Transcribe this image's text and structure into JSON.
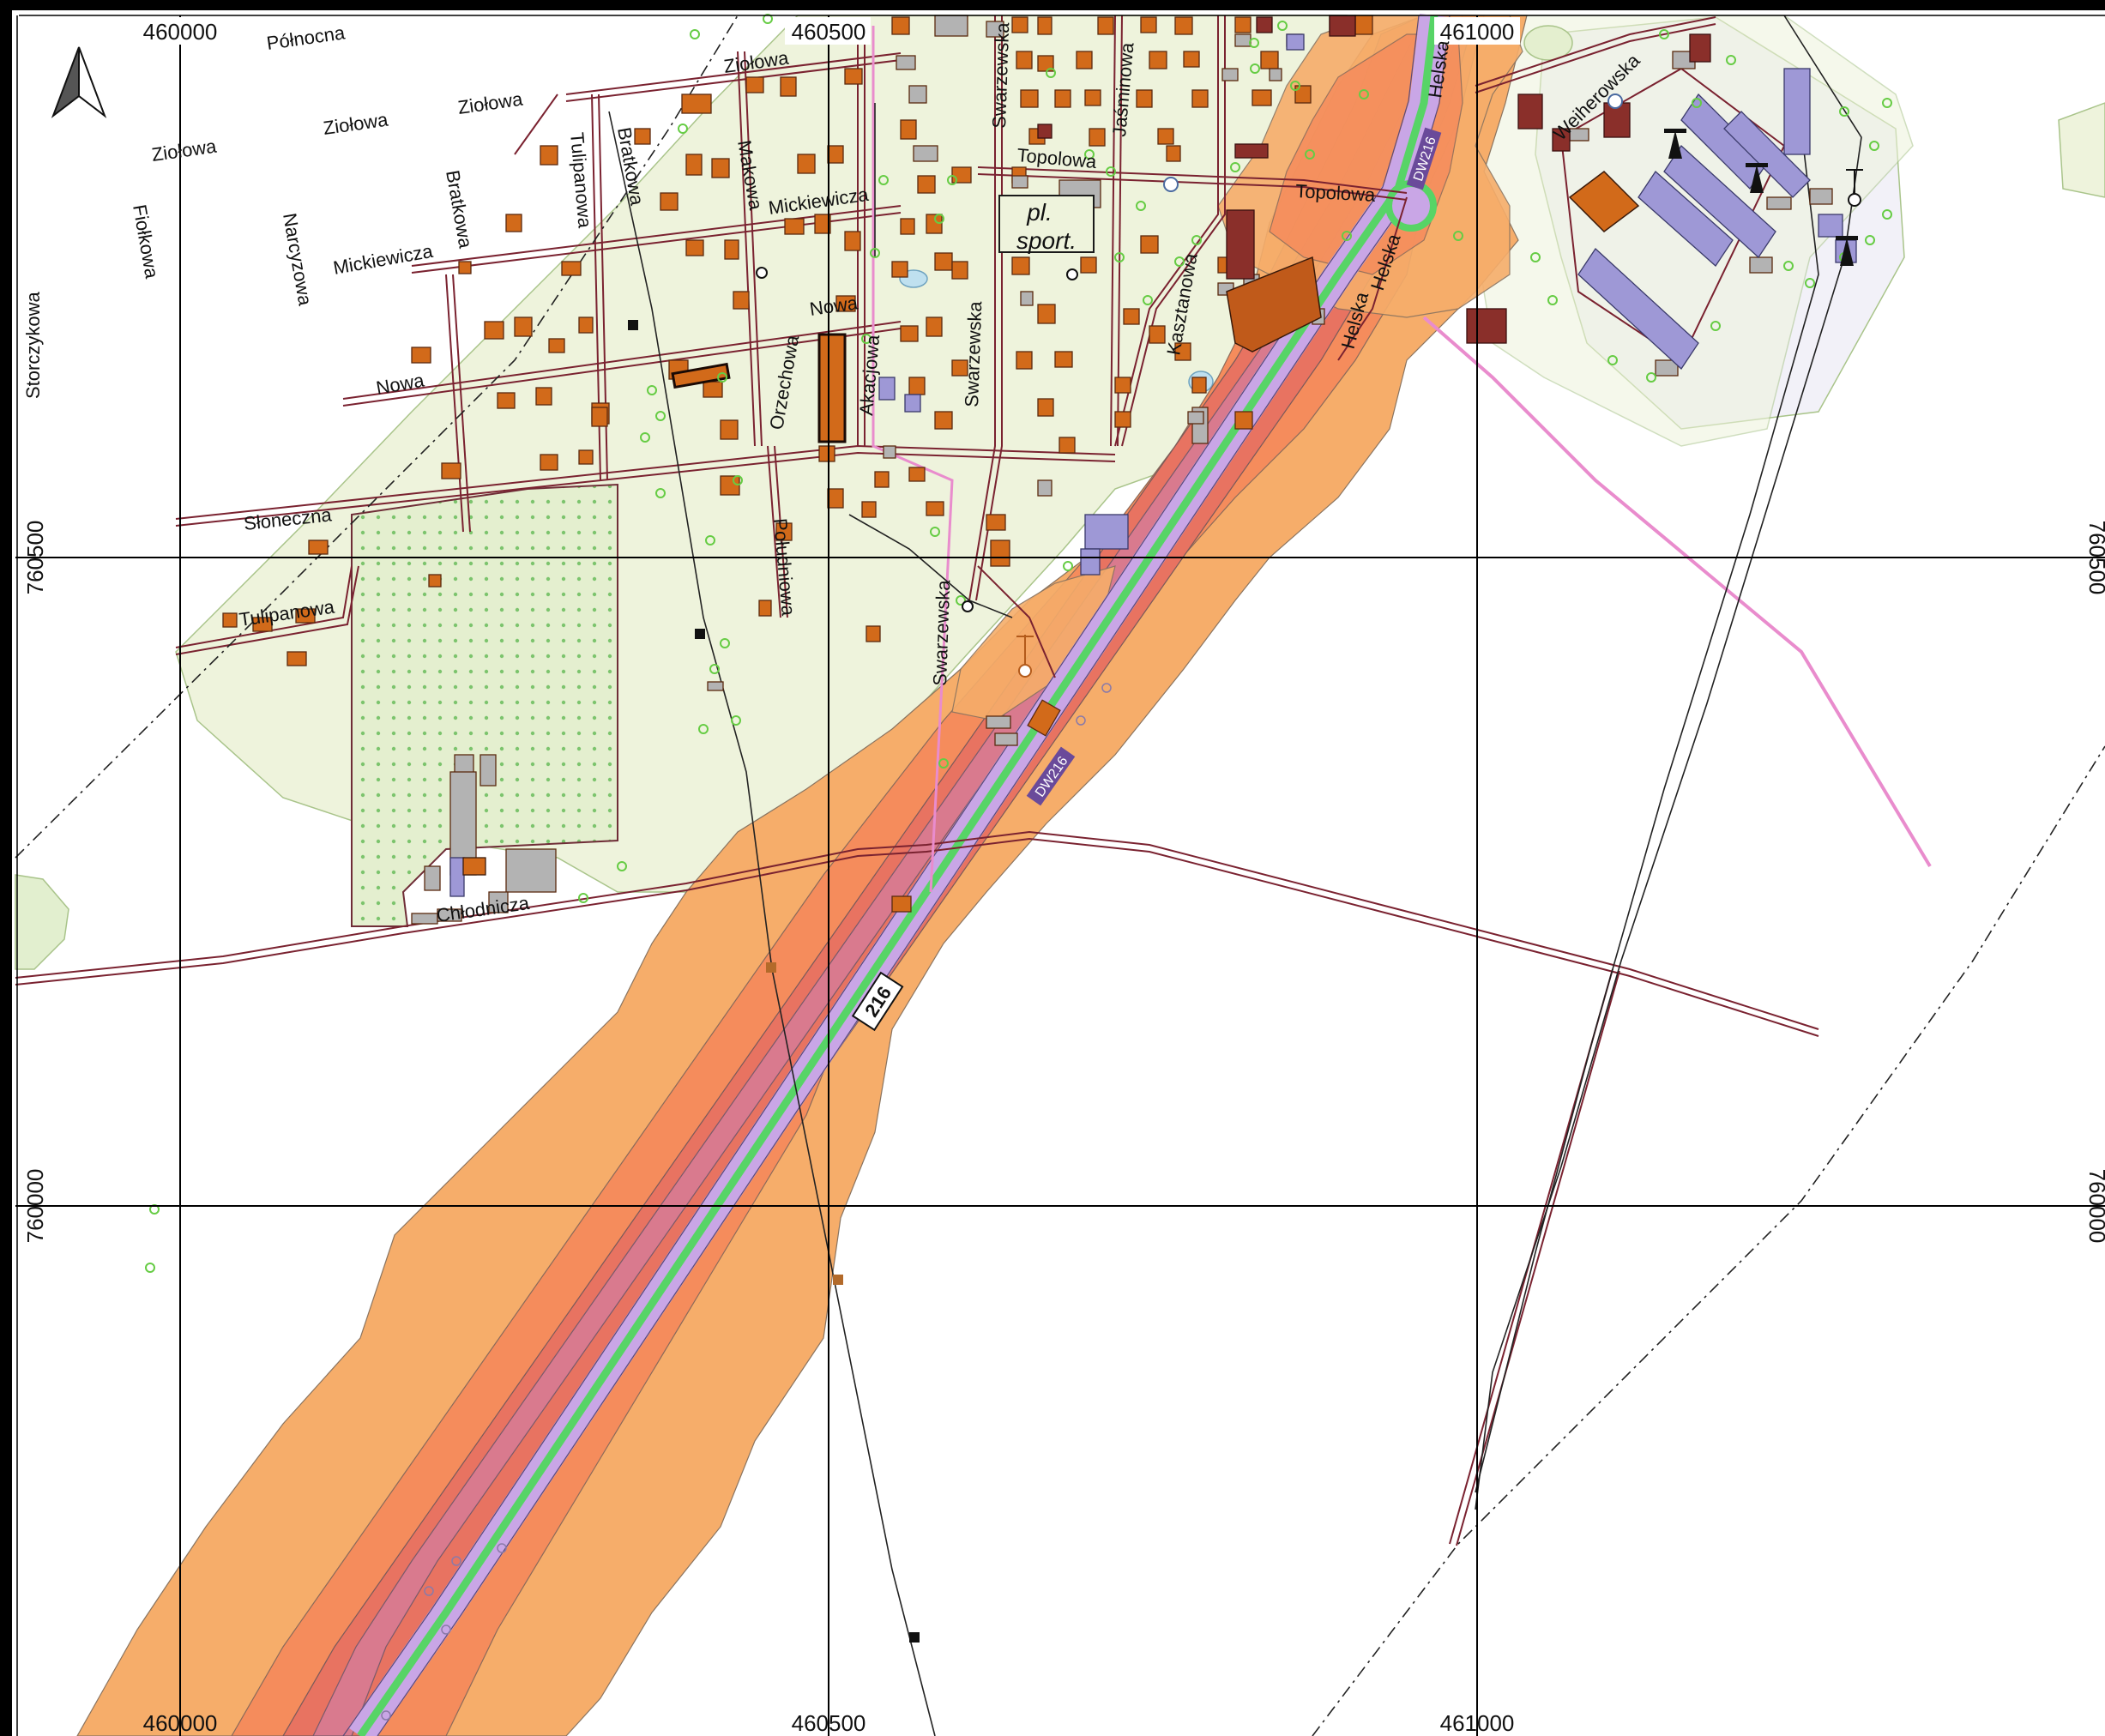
{
  "colors": {
    "zone_outer": "#f6ad6a",
    "zone_mid": "#f58c5c",
    "zone_inner": "#e87361",
    "zone_core": "#d97a8e",
    "road_purple": "#c9a6e6",
    "road_green": "#57d466",
    "built_area": "#eef3dc",
    "building_residential": "#d26a1a",
    "building_grey": "#b3b3b3",
    "building_purple": "#9e98d6",
    "building_dark": "#8a2f2a",
    "street_line": "#7a2230",
    "pink_line": "#e98ccd",
    "grid_line": "#000000"
  },
  "north_arrow": {
    "icon": "north-arrow-icon"
  },
  "grid": {
    "x_labels": [
      "460000",
      "460500",
      "461000"
    ],
    "y_labels": [
      "760500",
      "760000"
    ]
  },
  "streets": {
    "polnocna": "Północna",
    "ziolowa_1": "Ziołowa",
    "ziolowa_2": "Ziołowa",
    "ziolowa_3": "Ziołowa",
    "ziolowa_4": "Ziołowa",
    "narcyzowa": "Narcyzowa",
    "fiolkowa": "Fiołkowa",
    "bratkowa_1": "Bratkowa",
    "bratkowa_2": "Bratkowa",
    "mickiewicza_1": "Mickiewicza",
    "mickiewicza_2": "Mickiewicza",
    "storczykowa": "Storczykowa",
    "tulipanowa_1": "Tulipanowa",
    "tulipanowa_2": "Tulipanowa",
    "makowa": "Makowa",
    "nowa_1": "Nowa",
    "nowa_2": "Nowa",
    "orzechowa": "Orzechowa",
    "akacjowa": "Akacjowa",
    "swarzewska_1": "Swarzewska",
    "swarzewska_2": "Swarzewska",
    "swarzewska_3": "Swarzewska",
    "topolowa_1": "Topolowa",
    "topolowa_2": "Topolowa",
    "jasminowa": "Jaśminowa",
    "kasztanowa": "Kasztanowa",
    "sloneczna": "Słoneczna",
    "poludniowa": "Południowa",
    "chlodnicza": "Chłodnicza",
    "helska_1": "Helska",
    "helska_2": "Helska",
    "helska_3": "Helska",
    "weiherowska": "Weiherowska"
  },
  "sport_field": {
    "line1": "pl.",
    "line2": "sport."
  },
  "road_shield": "216",
  "road_codes": [
    "DW216",
    "DW216"
  ]
}
